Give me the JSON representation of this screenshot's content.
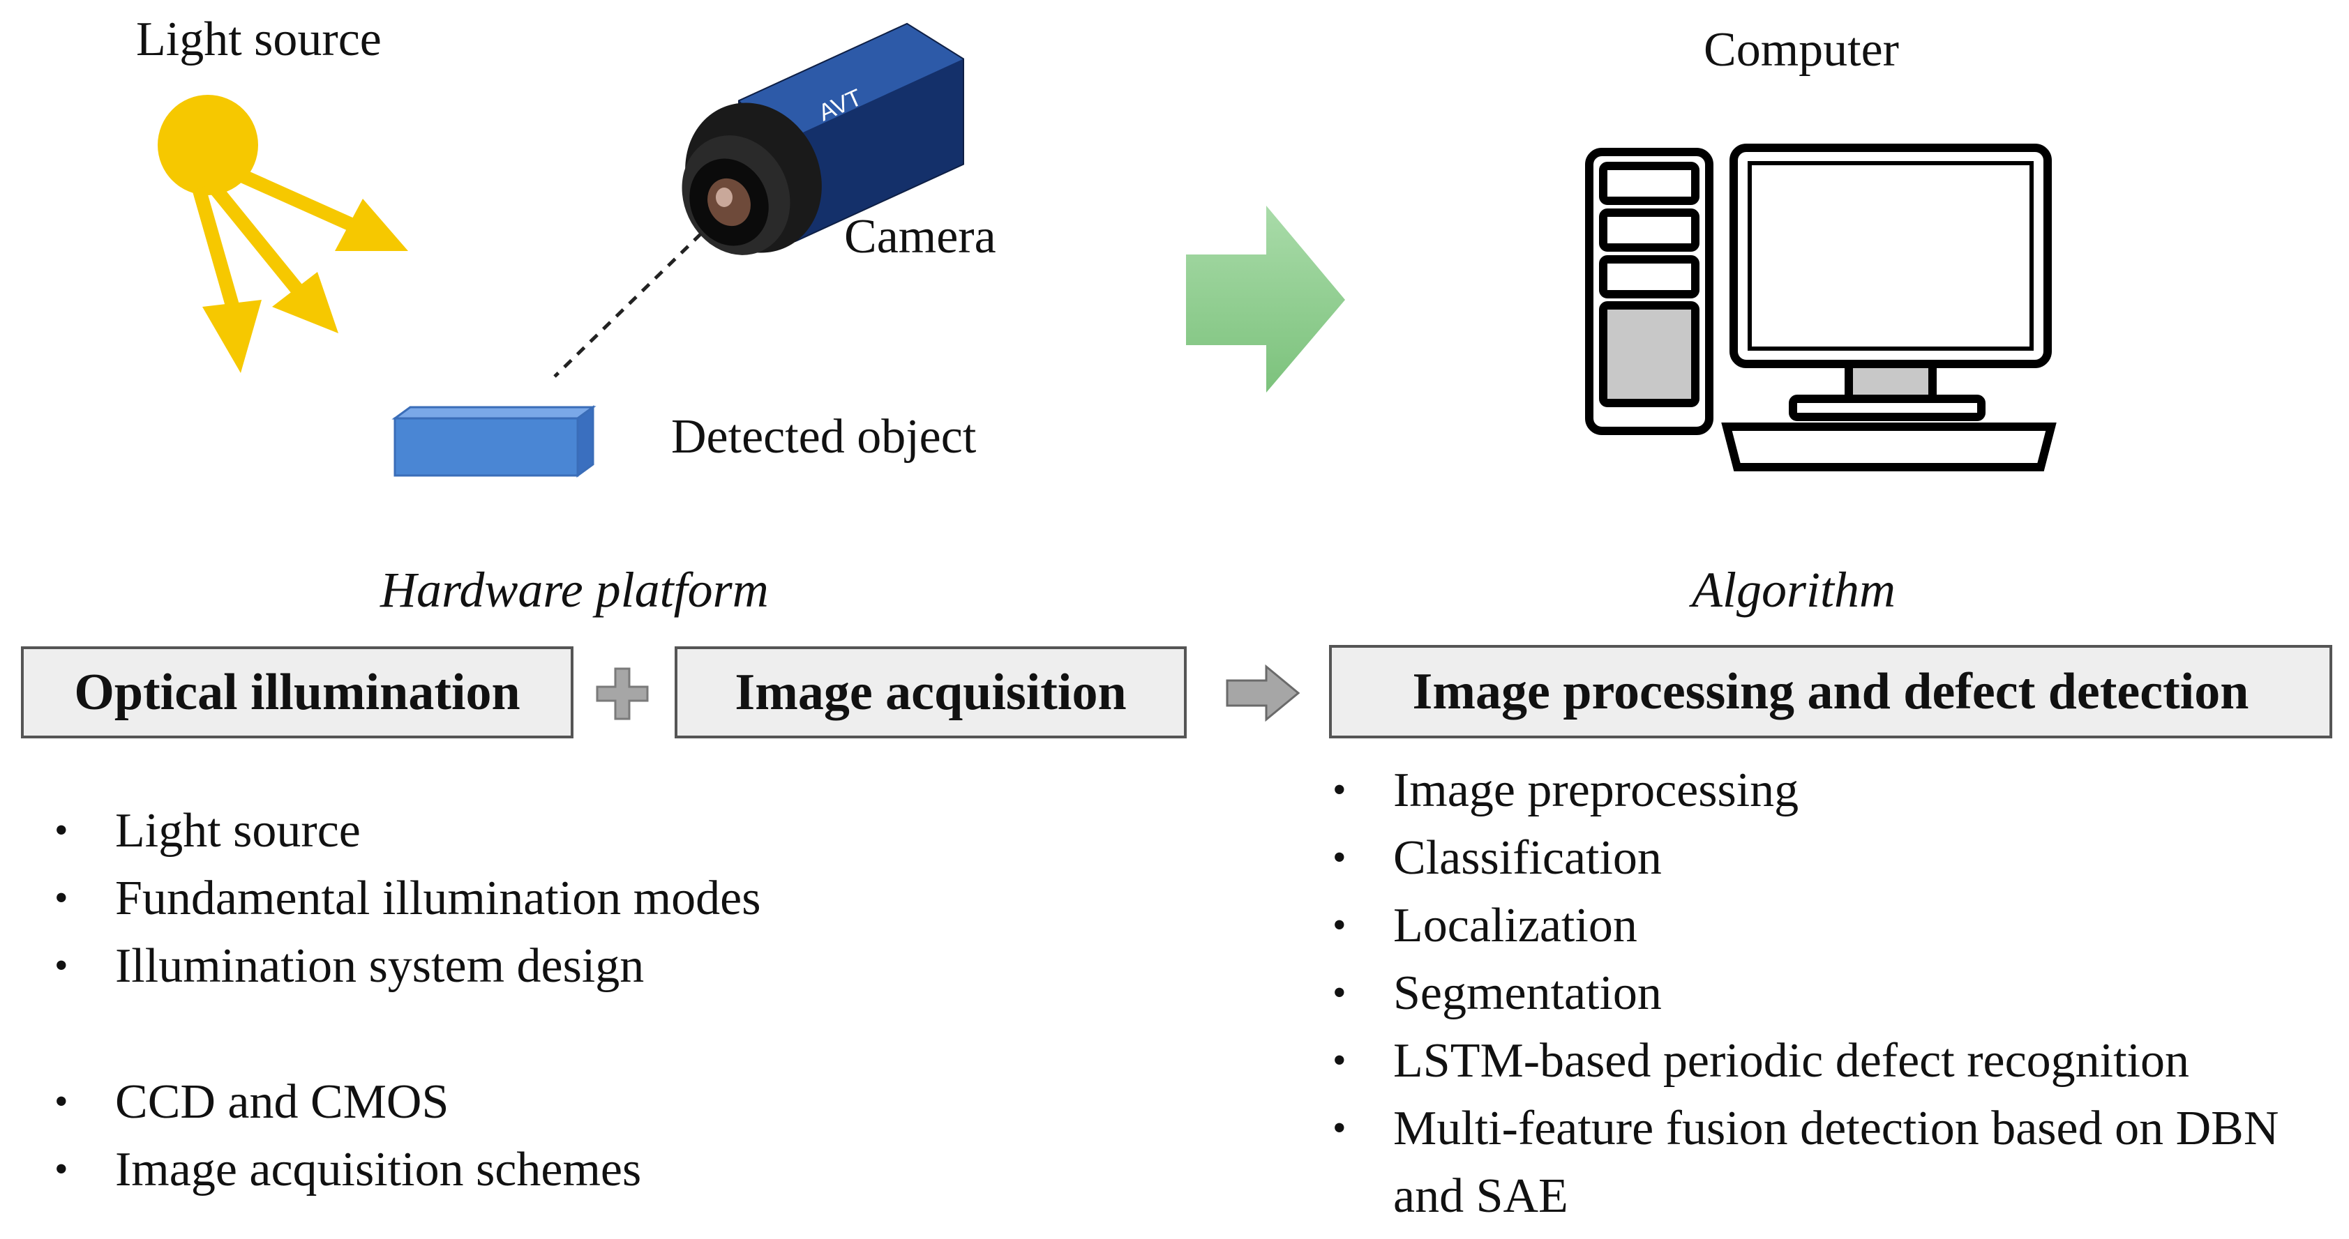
{
  "labels": {
    "light_source": "Light source",
    "camera": "Camera",
    "detected_object": "Detected object",
    "computer": "Computer",
    "hardware_platform": "Hardware platform",
    "algorithm": "Algorithm",
    "camera_brand": "AVT"
  },
  "boxes": {
    "optical_illumination": "Optical illumination",
    "image_acquisition": "Image acquisition",
    "image_processing": "Image processing and defect detection"
  },
  "bullets": {
    "illumination": [
      "Light source",
      "Fundamental illumination modes",
      "Illumination system design"
    ],
    "acquisition": [
      "CCD and CMOS",
      "Image acquisition schemes"
    ],
    "algorithm": [
      "Image preprocessing",
      "Classification",
      "Localization",
      "Segmentation",
      "LSTM-based periodic defect recognition",
      "Multi-feature fusion detection based on DBN and SAE"
    ]
  },
  "colors": {
    "sun": "#f6c800",
    "big_arrow": "#8fcf8f",
    "small_arrow": "#a6a6a6",
    "object": "#4a86d4",
    "box_fill": "#eeeeee"
  },
  "icons": [
    "sun-icon",
    "camera-icon",
    "detected-object-icon",
    "computer-icon",
    "plus-icon",
    "flow-arrow-icon"
  ]
}
